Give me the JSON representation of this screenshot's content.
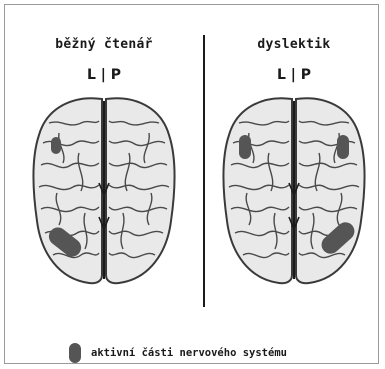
{
  "panels": [
    {
      "heading": "běžný čtenář",
      "hemispheres": "L | P",
      "active_areas": [
        "left-frontal-spot",
        "left-temporal-region"
      ]
    },
    {
      "heading": "dyslektik",
      "hemispheres": "L | P",
      "active_areas": [
        "left-frontal-spot",
        "right-frontal-spot",
        "right-temporal-region"
      ]
    }
  ],
  "legend": {
    "label": "aktivní části nervového systému",
    "icon": "active-area-marker"
  },
  "colors": {
    "active": "#555555",
    "brain_fill": "#e9e9e9",
    "brain_stroke": "#3a3a3a",
    "divider": "#1a1a1a"
  }
}
